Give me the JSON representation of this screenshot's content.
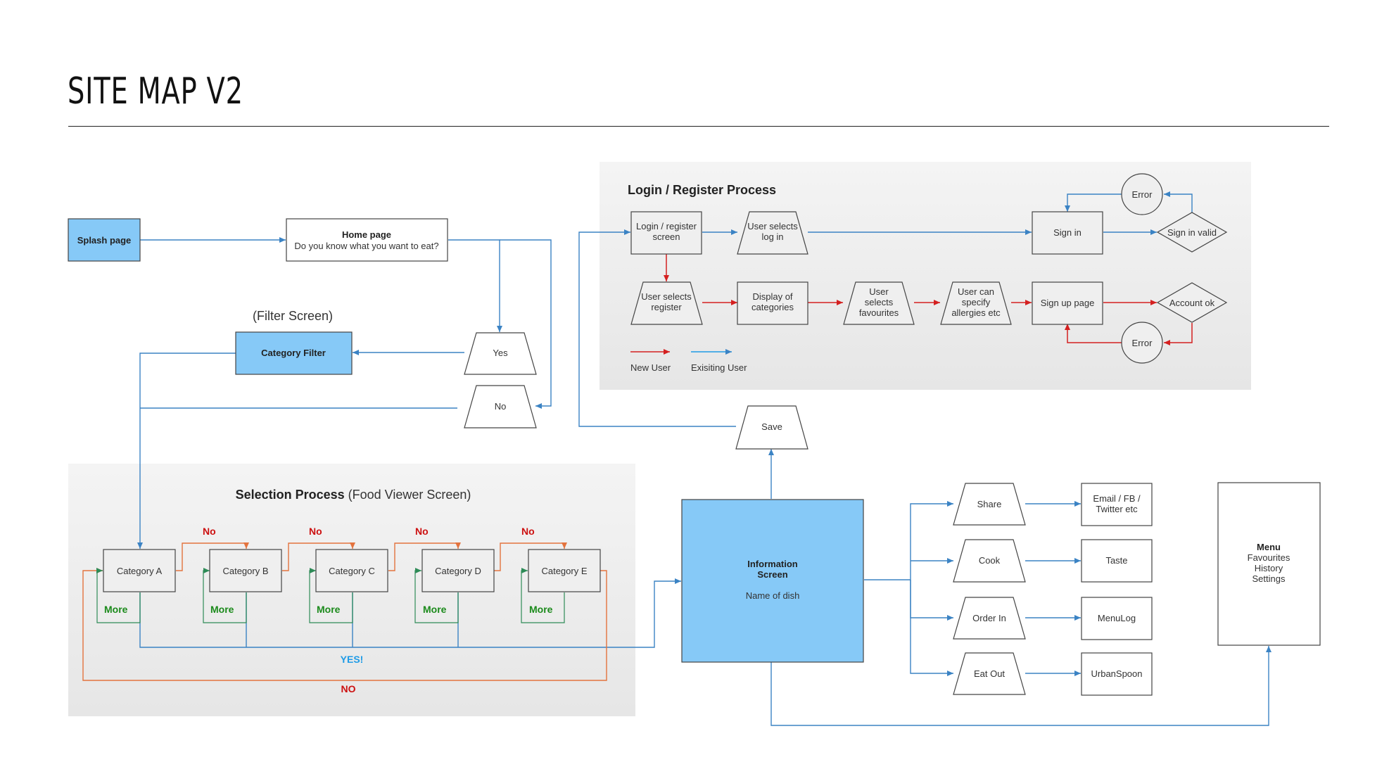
{
  "title": "SITE MAP V2",
  "nodes": {
    "splash": "Splash page",
    "home_title": "Home page",
    "home_sub": "Do you know what you want to eat?",
    "filter_screen": "(Filter Screen)",
    "category_filter": "Category Filter",
    "yes": "Yes",
    "no": "No",
    "save": "Save",
    "info_title_1": "Information",
    "info_title_2": "Screen",
    "info_sub": "Name of dish",
    "menu_title": "Menu",
    "menu_items": [
      "Favourites",
      "History",
      "Settings"
    ]
  },
  "login": {
    "title": "Login / Register Process",
    "login_screen": [
      "Login / register",
      "screen"
    ],
    "user_selects_login": [
      "User selects",
      "log in"
    ],
    "sign_in": "Sign in",
    "sign_in_valid": "Sign in valid",
    "error": "Error",
    "user_selects_register": [
      "User selects",
      "register"
    ],
    "display_categories": [
      "Display of",
      "categories"
    ],
    "user_selects_favourites": [
      "User",
      "selects",
      "favourites"
    ],
    "user_can_specify": [
      "User can",
      "specify",
      "allergies etc"
    ],
    "sign_up_page": "Sign up page",
    "account_ok": "Account ok",
    "legend_new": "New User",
    "legend_existing": "Exisiting User",
    "colors": {
      "new_user": "#d42020",
      "existing_user": "#1e9be6"
    }
  },
  "selection": {
    "title_bold": "Selection Process",
    "title_rest": " (Food Viewer Screen)",
    "categories": [
      "Category A",
      "Category B",
      "Category C",
      "Category D",
      "Category E"
    ],
    "no_label": "No",
    "more_label": "More",
    "yes_label": "YES!",
    "no_big_label": "NO"
  },
  "actions": [
    "Share",
    "Cook",
    "Order In",
    "Eat Out"
  ],
  "targets": [
    [
      "Email / FB /",
      "Twitter etc"
    ],
    [
      "Taste"
    ],
    [
      "MenuLog"
    ],
    [
      "UrbanSpoon"
    ]
  ],
  "colors": {
    "accent_blue": "#86c9f7",
    "panel_grey": "#efefef",
    "line_blue": "#3b83c4",
    "line_orange": "#e3733e",
    "line_green": "#2e8b57"
  }
}
